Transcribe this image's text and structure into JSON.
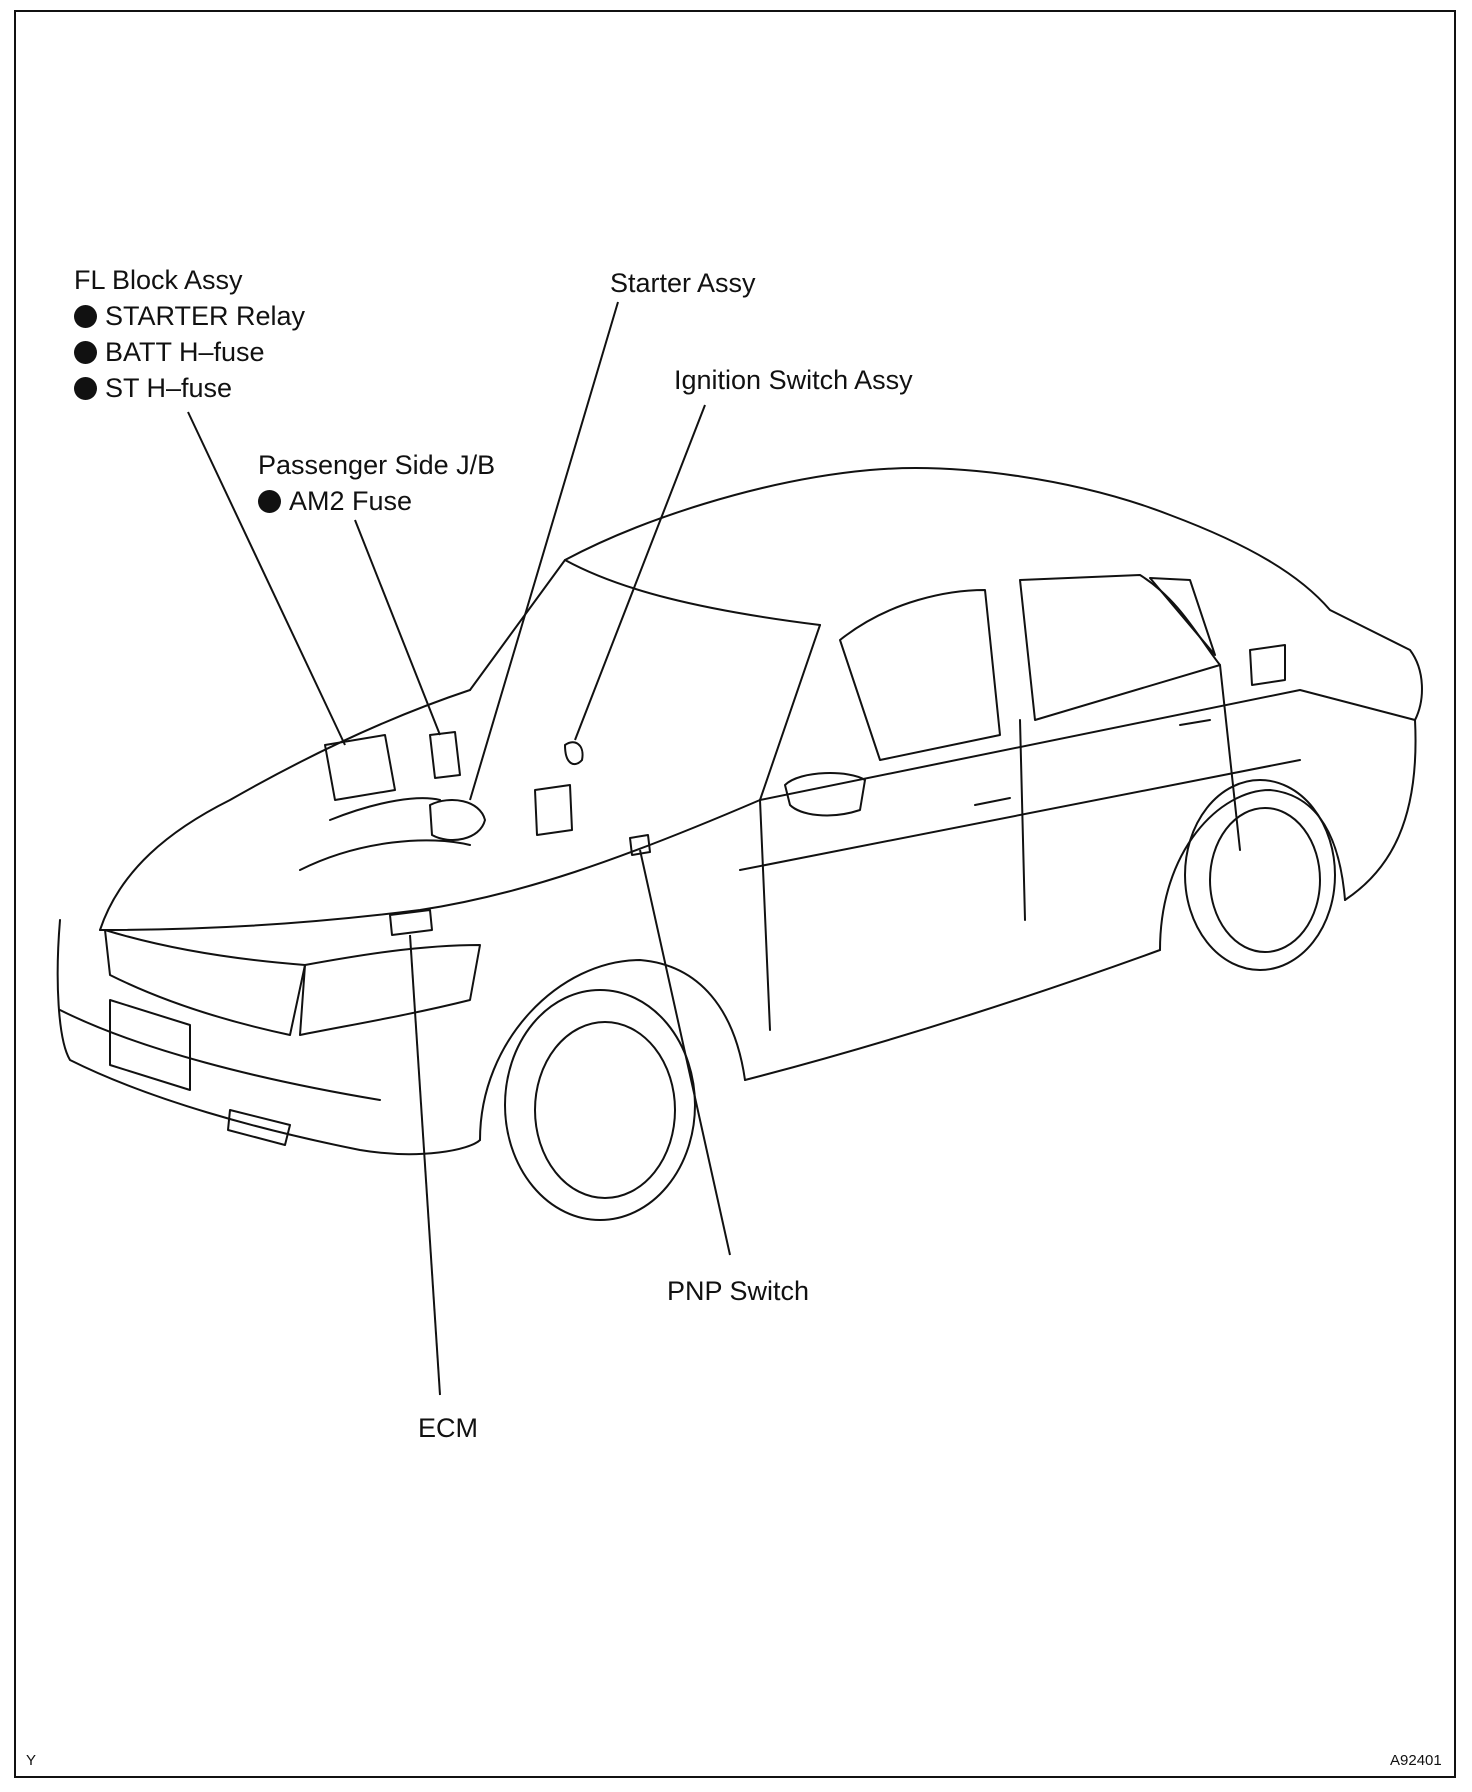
{
  "labels": {
    "fl_block": {
      "title": "FL Block Assy",
      "items": [
        "STARTER Relay",
        "BATT H–fuse",
        "ST H–fuse"
      ]
    },
    "passenger_jb": {
      "title": "Passenger Side J/B",
      "items": [
        "AM2 Fuse"
      ]
    },
    "starter": "Starter Assy",
    "ignition_switch": "Ignition Switch Assy",
    "pnp_switch": "PNP Switch",
    "ecm": "ECM"
  },
  "corner": {
    "left": "Y",
    "right": "A92401"
  },
  "colors": {
    "line": "#111111",
    "background": "#ffffff"
  },
  "icons": [
    "bullet-dot",
    "car-outline-illustration"
  ]
}
